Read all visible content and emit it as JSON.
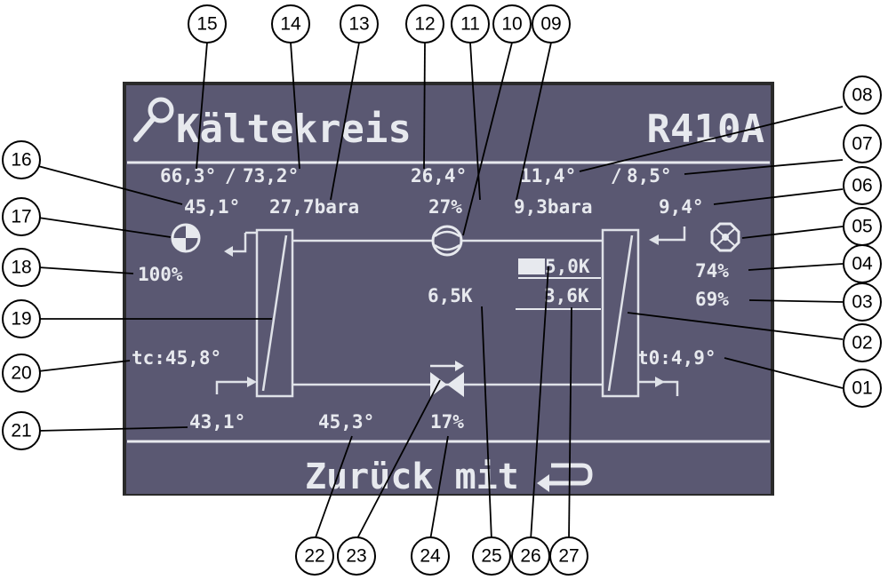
{
  "screen": {
    "title": "Kältekreis",
    "refrigerant": "R410A",
    "footer": "Zurück mit",
    "colors": {
      "background": "#5a5872",
      "text": "#e7e9ee",
      "frame": "#2a2a2a"
    }
  },
  "icons": {
    "title_icon": "magnifier-icon",
    "compressor": "compressor-icon",
    "fan": "fan-icon",
    "expansion_valve": "expansion-valve-icon",
    "sight_glass": "sight-glass-icon",
    "back": "return-arrow-icon"
  },
  "values": {
    "v15": "66,3°",
    "v14": "73,2°",
    "v12": "26,4°",
    "v08": "11,4°",
    "v07": "8,5°",
    "v16": "45,1°",
    "v13": "27,7bara",
    "v11": "27%",
    "v09": "9,3bara",
    "v06": "9,4°",
    "v18": "100%",
    "v26": "5,0K",
    "v27": "3,6K",
    "v25": "6,5K",
    "v04": "74%",
    "v03": "69%",
    "v20": "tc:45,8°",
    "v01": "t0:4,9°",
    "v21": "43,1°",
    "v22": "45,3°",
    "v24": "17%"
  },
  "callouts": [
    "01",
    "02",
    "03",
    "04",
    "05",
    "06",
    "07",
    "08",
    "09",
    "10",
    "11",
    "12",
    "13",
    "14",
    "15",
    "16",
    "17",
    "18",
    "19",
    "20",
    "21",
    "22",
    "23",
    "24",
    "25",
    "26",
    "27"
  ]
}
